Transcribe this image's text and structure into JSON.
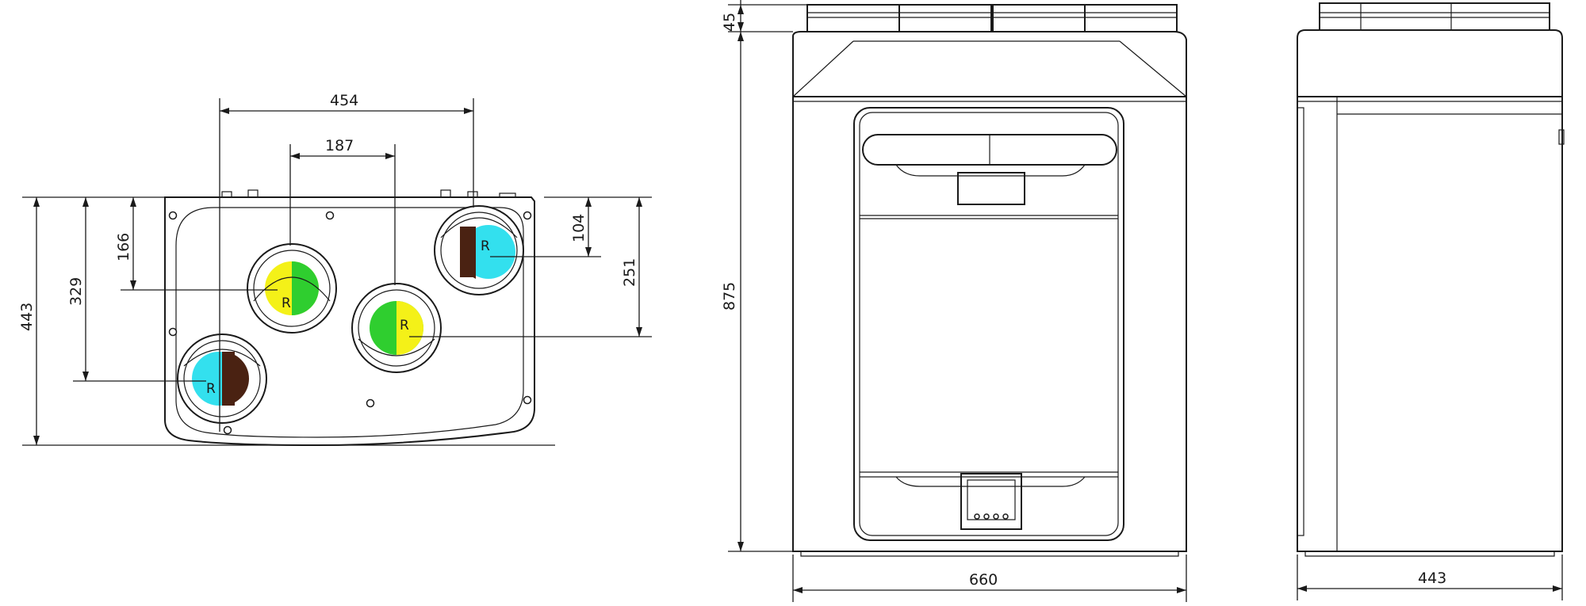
{
  "colors": {
    "cyan": "#33e0ee",
    "brown": "#4a2212",
    "yellow": "#f4f118",
    "green": "#2fce2f",
    "line": "#1a1a1a"
  },
  "top_view": {
    "dim_width_outer": "454",
    "dim_width_inner": "187",
    "dim_depth_total": "443",
    "dim_depth_329": "329",
    "dim_depth_166": "166",
    "dim_depth_251": "251",
    "dim_depth_104": "104",
    "port_label": "R"
  },
  "front_view": {
    "dim_top": "45",
    "dim_height": "875",
    "dim_width": "660"
  },
  "side_view": {
    "dim_depth": "443"
  }
}
